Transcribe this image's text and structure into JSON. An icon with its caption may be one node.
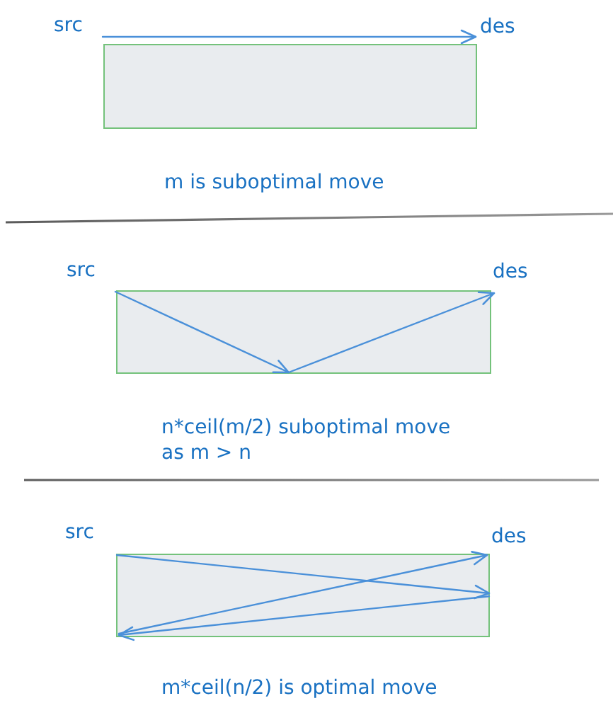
{
  "diagram": {
    "nodes": [
      {
        "text": [
          "src"
        ]
      },
      {
        "text": [
          "des"
        ]
      },
      {
        "text": [],
        "shape": "box"
      },
      {
        "text": [
          "src"
        ]
      },
      {
        "text": [
          "des"
        ]
      },
      {
        "text": [],
        "shape": "box"
      },
      {
        "text": [
          "src"
        ]
      },
      {
        "text": [
          "des"
        ]
      },
      {
        "text": [],
        "shape": "box"
      }
    ],
    "edges": [
      {
        "from": 0,
        "to": 1,
        "arrow": "to"
      },
      {
        "from": 3,
        "to": 5,
        "arrow": "to"
      },
      {
        "from": 5,
        "to": 4,
        "arrow": "to"
      },
      {
        "from": 6,
        "to": 8,
        "arrow": "to"
      },
      {
        "from": 8,
        "to": 8,
        "arrow": "to"
      },
      {
        "from": 8,
        "to": 7,
        "arrow": "to"
      }
    ],
    "labels": [
      "m is suboptimal move",
      "n*ceil(m/2) suboptimal move as m > n",
      "m*ceil(n/2) is optimal move"
    ]
  }
}
